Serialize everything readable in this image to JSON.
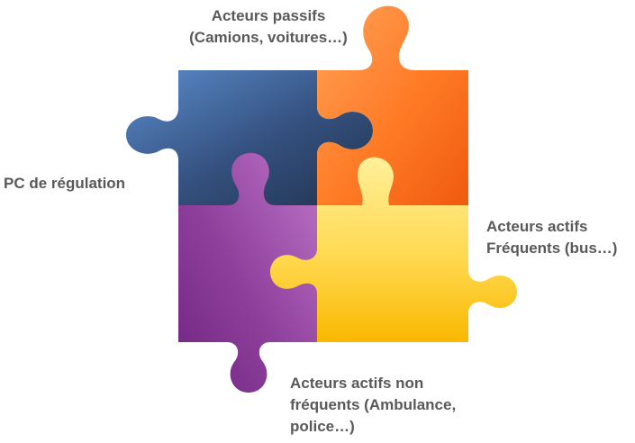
{
  "diagram": {
    "pieces": [
      {
        "name": "top-left",
        "colors": [
          "#5b8ccc",
          "#34507e",
          "#22344f"
        ]
      },
      {
        "name": "top-right",
        "colors": [
          "#ffa259",
          "#ff7a25",
          "#ef5a10"
        ]
      },
      {
        "name": "bottom-left",
        "colors": [
          "#bd76c7",
          "#8e3f9c",
          "#6e2580"
        ]
      },
      {
        "name": "bottom-right",
        "colors": [
          "#fff09a",
          "#ffd84e",
          "#f9b800"
        ]
      }
    ],
    "labels": {
      "passive": [
        "Acteurs passifs",
        "(Camions, voitures…)"
      ],
      "pc": [
        "PC de régulation"
      ],
      "frequent": [
        "Acteurs actifs",
        "Fréquents (bus…)"
      ],
      "nonfrequent": [
        "Acteurs actifs non",
        "fréquents (Ambulance,",
        "police…)"
      ]
    },
    "label_color": "#595959"
  }
}
